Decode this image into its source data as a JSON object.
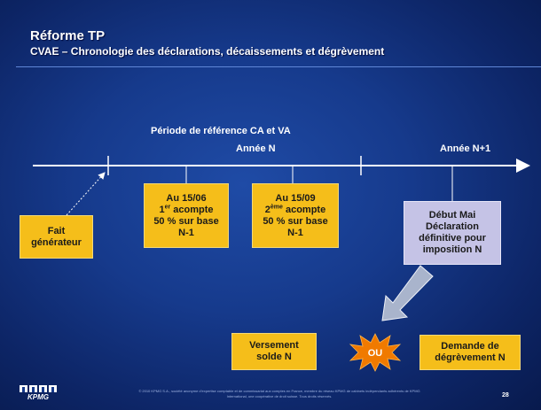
{
  "header": {
    "title": "Réforme TP",
    "subtitle": "CVAE – Chronologie des déclarations, décaissements et dégrèvement"
  },
  "timeline": {
    "period_label": "Période de référence CA et VA",
    "year_n": "Année N",
    "year_n1": "Année N+1"
  },
  "boxes": {
    "fait": {
      "line1": "Fait",
      "line2": "générateur"
    },
    "acompte1": {
      "date": "Au 15/06",
      "num": "1",
      "sup": "er",
      "word": " acompte",
      "pct": "50 % sur base",
      "base": "N-1"
    },
    "acompte2": {
      "date": "Au 15/09",
      "num": "2",
      "sup": "ème",
      "word": " acompte",
      "pct": "50 % sur base",
      "base": "N-1"
    },
    "declaration": {
      "line1": "Début Mai",
      "line2": "Déclaration",
      "line3": "définitive pour",
      "line4": "imposition N"
    },
    "versement": {
      "line1": "Versement",
      "line2": "solde N"
    },
    "ou": "OU",
    "degrevement": {
      "line1": "Demande de",
      "line2": "dégrèvement N"
    }
  },
  "footer": {
    "legal_line1": "© 2010 KPMG S.A., société anonyme d’expertise comptable et de commissariat aux comptes en France, membre du réseau KPMG de cabinets indépendants adhérents de KPMG",
    "legal_line2": "International, une coopérative de droit suisse. Tous droits réservés.",
    "page_number": "28",
    "logo_text": "KPMG"
  },
  "colors": {
    "box_yellow": "#f5be1a",
    "box_lavender": "#c5c3e6",
    "star_orange": "#f07a00",
    "arrow_gray": "#a9b4cc",
    "background_blue": "#163a8c"
  }
}
